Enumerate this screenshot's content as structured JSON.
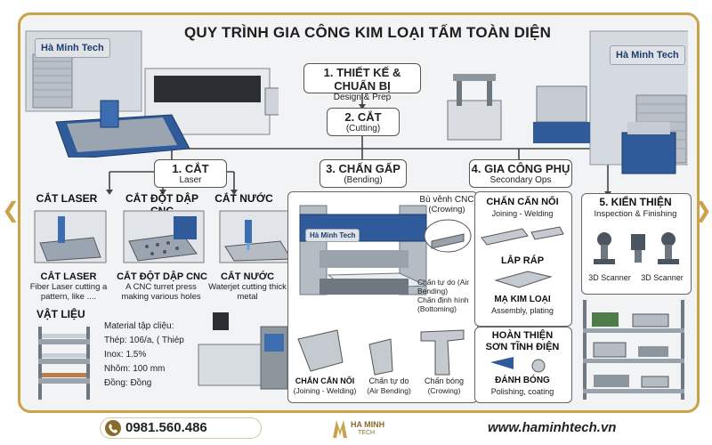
{
  "title": "QUY TRÌNH GIA CÔNG KIM LOẠI TẤM TOÀN DIỆN",
  "logos": {
    "left": "Hà Minh Tech",
    "right": "Hà Minh Tech",
    "press": "Hà Minh Tech"
  },
  "steps": {
    "design": {
      "title": "1. THIẾT KẾ & CHUẨN BỊ",
      "sub": "Design & Prep"
    },
    "cut": {
      "title": "2. CẮT",
      "sub": "(Cutting)"
    },
    "cut_laser": {
      "title": "1. CẮT",
      "sub": "Laser"
    },
    "bending": {
      "title": "3. CHẤN GẤP",
      "sub": "(Bending)"
    },
    "secondary": {
      "title": "4. GIA CÔNG PHỤ",
      "sub": "Secondary Ops"
    },
    "finishing": {
      "title": "5. KIỂN THIỆN",
      "sub": "Inspection & Finishing"
    }
  },
  "cutting": {
    "laser": {
      "head": "CẮT LASER",
      "name": "CẮT LASER",
      "desc": "Fiber Laser cutting a pattern, like ...."
    },
    "punch": {
      "head": "CẮT ĐỘT DẬP CNC",
      "name": "CẮT ĐỘT DẬP CNC",
      "desc": "A CNC turret press making various holes"
    },
    "water": {
      "head": "CẮT NƯỚC",
      "name": "CẮT NƯỚC",
      "desc": "Waterjet cutting thick metal"
    }
  },
  "materials": {
    "head": "VẬT LIỆU",
    "list_title": "Material tập cliệu:",
    "items": [
      "Thép: 106/a, ( Thiép",
      "Inox: 1.5%",
      "Nhôm: 100 mm",
      "Đồng: Đồng"
    ]
  },
  "bending": {
    "crowning_title": "Bù vênh CNC",
    "crowning_sub": "(Crowing)",
    "air": "Chấn tự do (Air Bending)",
    "bottom": "Chấn định hình (Bottoming)",
    "parts": [
      {
        "name": "CHẤN CẤN NỐI",
        "sub": "(Joining - Welding)"
      },
      {
        "name": "Chấn tự do",
        "sub": "(Air Bending)"
      },
      {
        "name": "Chấn bóng",
        "sub": "(Crowing)"
      }
    ]
  },
  "secondary": {
    "join_head": "CHẤN CẤN NỐI",
    "join_sub": "Joining - Welding",
    "assembly_head": "LẮP RÁP",
    "plating_head": "MẠ KIM LOẠI",
    "plating_sub": "Assembly, plating",
    "paint_head1": "HOÀN THIỆN",
    "paint_head2": "SƠN TĨNH ĐIỆN",
    "polish_head": "ĐÁNH BÓNG",
    "polish_sub": "Polishing, coating"
  },
  "inspection": {
    "scanner1": "3D Scanner",
    "scanner2": "3D Scanner"
  },
  "footer": {
    "phone": "0981.560.486",
    "brand": "HA MINH",
    "brand_sub": "TECH",
    "website": "www.haminhtech.vn"
  },
  "colors": {
    "accent": "#c9a24a",
    "machine_blue": "#2f5b9a",
    "background": "#f1f3f5"
  }
}
